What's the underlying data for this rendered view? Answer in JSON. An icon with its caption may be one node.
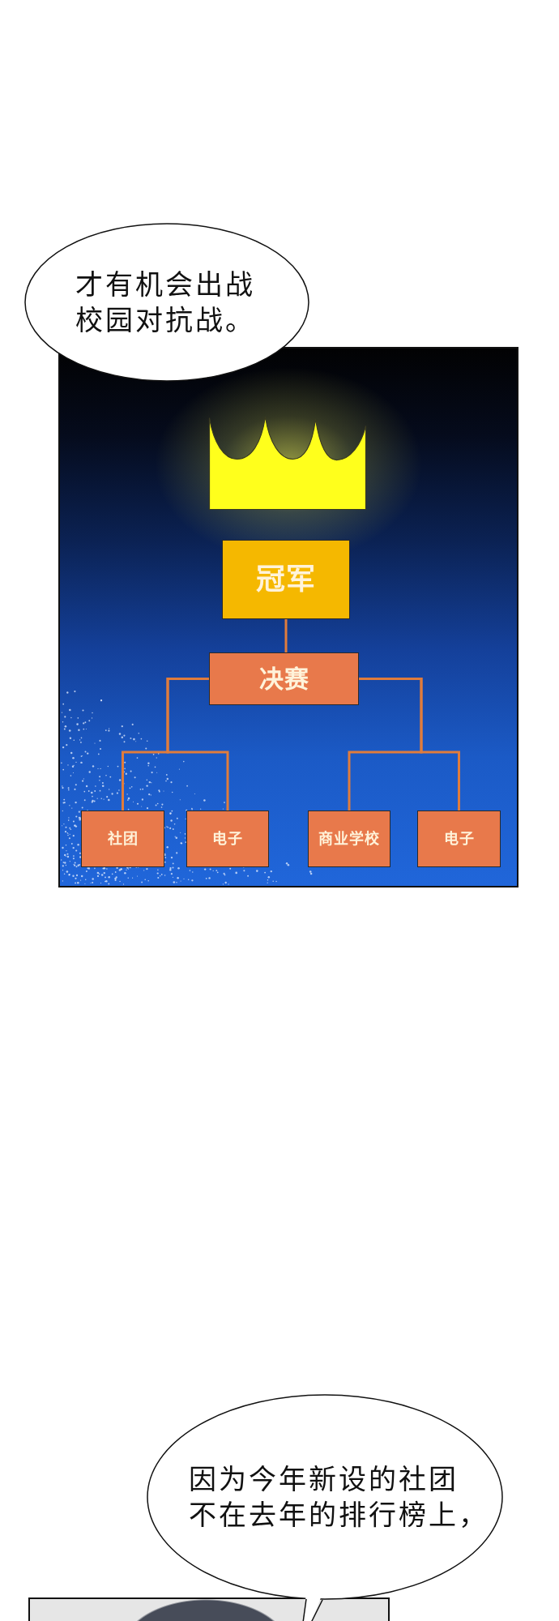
{
  "diagram": {
    "nodes": [
      {
        "text": [
          "才有机会出战校园对抗战。"
        ]
      },
      {
        "text": [
          "冠军"
        ]
      },
      {
        "text": [
          "决赛"
        ]
      },
      {
        "text": [
          "社团"
        ]
      },
      {
        "text": [
          "电子"
        ]
      },
      {
        "text": [
          "商业学校"
        ]
      },
      {
        "text": [
          "电子"
        ]
      },
      {
        "text": [
          "因为今年新设的社团不在去年的排行榜上，"
        ]
      }
    ],
    "edges": [
      {
        "from": 1,
        "to": 2,
        "arrow": "none"
      },
      {
        "from": 2,
        "to": 3,
        "arrow": "none"
      },
      {
        "from": 2,
        "to": 4,
        "arrow": "none"
      },
      {
        "from": 2,
        "to": 5,
        "arrow": "none"
      },
      {
        "from": 2,
        "to": 6,
        "arrow": "none"
      }
    ]
  }
}
